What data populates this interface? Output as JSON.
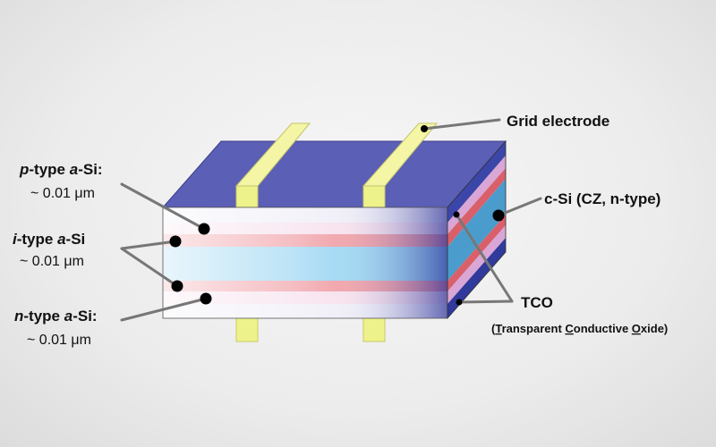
{
  "labels": {
    "grid_electrode": "Grid electrode",
    "c_si": "c-Si (CZ, n-type)",
    "tco": "TCO",
    "tco_full": {
      "p1": "(",
      "u1": "T",
      "p2": "ransparent ",
      "u2": "C",
      "p3": "onductive ",
      "u3": "O",
      "p4": "xide)"
    },
    "p_layer": {
      "type_letter": "p",
      "mid": "-type ",
      "a_letter": "a",
      "tail": "-Si:",
      "thickness": "~ 0.01 μm"
    },
    "i_layer": {
      "type_letter": "i",
      "mid": "-type ",
      "a_letter": "a",
      "tail": "-Si",
      "thickness": "~ 0.01 μm"
    },
    "n_layer": {
      "type_letter": "n",
      "mid": "-type ",
      "a_letter": "a",
      "tail": "-Si:",
      "thickness": "~ 0.01 μm"
    }
  },
  "colors": {
    "top_face": "#5b5fb5",
    "side_dark": "#2f3a9a",
    "tco_layer": "#f2d2e4",
    "a_si_layer": "#e8707a",
    "c_si_layer": "#6cc2ec",
    "electrode": "#eef28a",
    "marker": "#000000"
  }
}
